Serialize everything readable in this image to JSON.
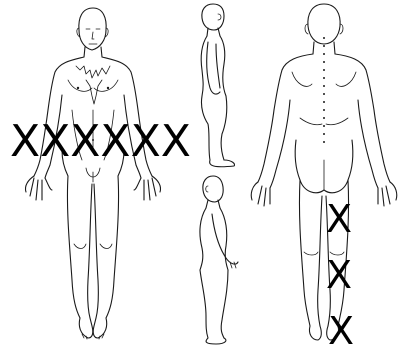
{
  "marks": {
    "front_chest": "XXXXXX",
    "back_thigh": "X",
    "back_calf": "X",
    "back_ankle": "X"
  },
  "colors": {
    "ink": "#1a1a1a",
    "mark": "#000000",
    "background": "#ffffff"
  }
}
